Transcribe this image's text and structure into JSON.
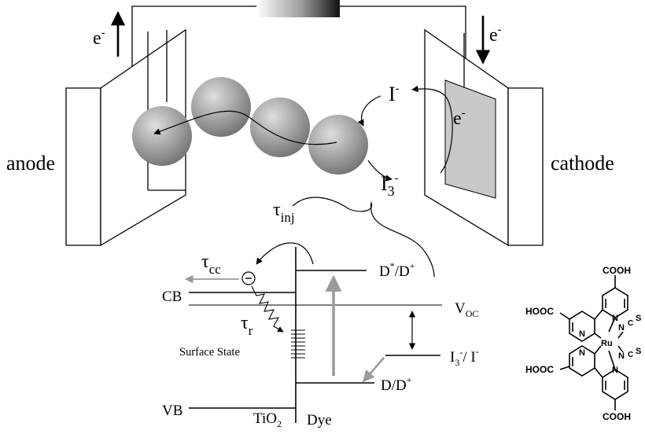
{
  "labels": {
    "anode": "anode",
    "cathode": "cathode",
    "electron": "e",
    "minus": "-",
    "iodide": "I",
    "triiodide": "I",
    "tri_sub": "3",
    "tau": "τ",
    "inj_sub": "inj",
    "cc_sub": "cc",
    "r_sub": "r",
    "cb": "CB",
    "vb": "VB",
    "surface_state": "Surface State",
    "excited_state": "D",
    "excited_star": "*",
    "excited_ox": "/D",
    "plus": "+",
    "ground_state": "D/D",
    "voc": "V",
    "voc_sub": "OC",
    "redox_i3": "I",
    "redox_sub3": "3",
    "redox_rest": "/ I",
    "tio2": "TiO",
    "tio2_sub": "2",
    "dye": "Dye"
  },
  "molecule": {
    "cooh_top": "COOH",
    "hooc_upper": "HOOC",
    "hooc_lower": "HOOC",
    "cooh_bottom": "COOH",
    "ru": "Ru",
    "n": "N",
    "c": "C",
    "s": "S"
  },
  "colors": {
    "sphere_light": "#dedede",
    "sphere_dark": "#6e6e6e",
    "cathode_plate": "#c8c8c8",
    "gray_arrow": "#9a9a9a"
  }
}
